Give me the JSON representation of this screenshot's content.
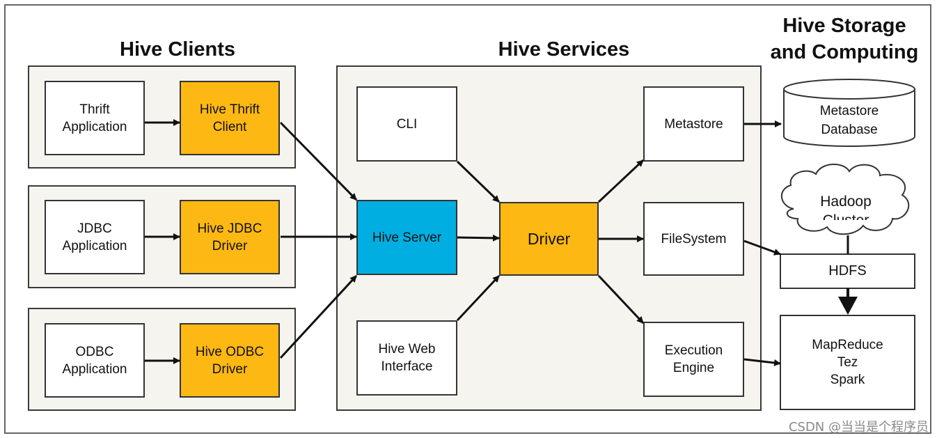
{
  "headings": {
    "clients": "Hive Clients",
    "services": "Hive Services",
    "storage": "Hive Storage\nand Computing"
  },
  "clients": {
    "thrift_app": "Thrift\nApplication",
    "thrift_client": "Hive Thrift\nClient",
    "jdbc_app": "JDBC\nApplication",
    "jdbc_driver": "Hive JDBC\nDriver",
    "odbc_app": "ODBC\nApplication",
    "odbc_driver": "Hive ODBC\nDriver"
  },
  "services": {
    "cli": "CLI",
    "hive_server": "Hive Server",
    "web_interface": "Hive Web\nInterface",
    "driver": "Driver",
    "metastore": "Metastore",
    "filesystem": "FileSystem",
    "execution_engine": "Execution\nEngine"
  },
  "storage": {
    "metastore_db": "Metastore\nDatabase",
    "hadoop_cluster": "Hadoop\nCluster",
    "hdfs": "HDFS",
    "compute": "MapReduce\nTez\nSpark"
  },
  "watermark": "CSDN @当当是个程序员",
  "colors": {
    "orange": "#fdb813",
    "blue": "#00aee1",
    "panel": "#f6f4ef"
  }
}
